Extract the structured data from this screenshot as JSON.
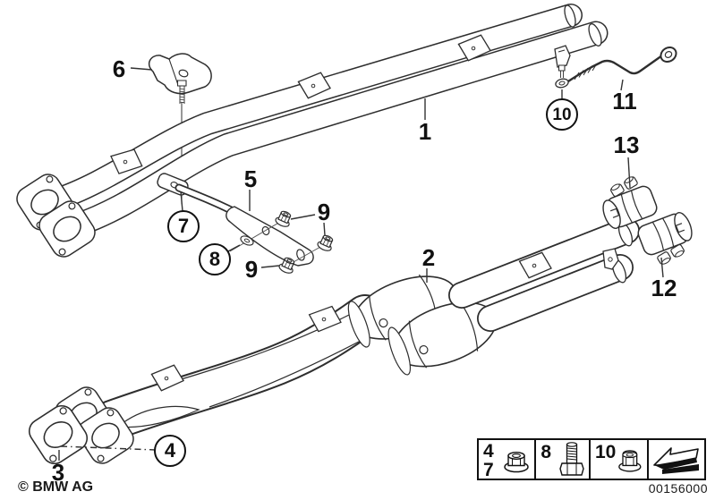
{
  "diagram": {
    "copyright": "© BMW AG",
    "document_number": "00156000",
    "callouts": {
      "c1": "1",
      "c2": "2",
      "c3": "3",
      "c4": "4",
      "c5": "5",
      "c6": "6",
      "c7": "7",
      "c8": "8",
      "c9a": "9",
      "c9b": "9",
      "c10": "10",
      "c11": "11",
      "c12": "12",
      "c13": "13"
    },
    "legend": {
      "cell1": {
        "labels": [
          "4",
          "7"
        ],
        "icon": "flange-nut-icon"
      },
      "cell2": {
        "labels": [
          "8"
        ],
        "icon": "hex-bolt-icon"
      },
      "cell3": {
        "labels": [
          "10"
        ],
        "icon": "self-locking-nut-icon"
      },
      "cell4": {
        "icon": "direction-of-travel-arrow-icon"
      }
    }
  }
}
